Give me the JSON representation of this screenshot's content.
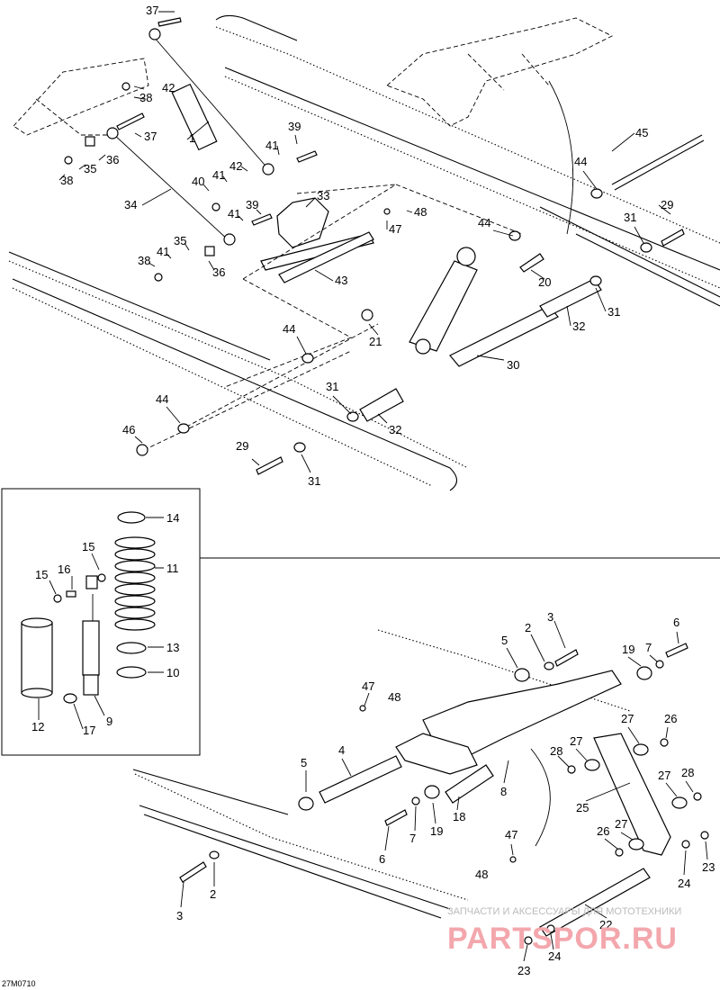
{
  "diagram": {
    "ref_code": "27M0710",
    "watermark_caption": "ЗАПЧАСТИ И АКСЕССУАРЫ ДЛЯ МОТОТЕХНИКИ",
    "watermark_brand": "PARTSPOR.RU",
    "labels": {
      "l37a": "37",
      "l42a": "42",
      "l38a": "38",
      "l1": "1",
      "l37b": "37",
      "l36a": "36",
      "l35a": "35",
      "l38b": "38",
      "l39a": "39",
      "l41a": "41",
      "l42b": "42",
      "l41b": "41",
      "l40": "40",
      "l34": "34",
      "l33": "33",
      "l39b": "39",
      "l41c": "41",
      "l48a": "48",
      "l47a": "47",
      "l35b": "35",
      "l41d": "41",
      "l38c": "38",
      "l36b": "36",
      "l43": "43",
      "l45": "45",
      "l44a": "44",
      "l29a": "29",
      "l31a": "31",
      "l44b": "44",
      "l20": "20",
      "l31b": "31",
      "l32a": "32",
      "l21": "21",
      "l44c": "44",
      "l30": "30",
      "l31c": "31",
      "l32b": "32",
      "l44d": "44",
      "l46": "46",
      "l29b": "29",
      "l31d": "31",
      "l14": "14",
      "l15a": "15",
      "l15b": "15",
      "l16": "16",
      "l11": "11",
      "l13": "13",
      "l10": "10",
      "l12": "12",
      "l17": "17",
      "l9": "9",
      "l3a": "3",
      "l6a": "6",
      "l5a": "5",
      "l2a": "2",
      "l19a": "19",
      "l7a": "7",
      "l47b": "47",
      "l48b": "48",
      "l27a": "27",
      "l26a": "26",
      "l28a": "28",
      "l27b": "27",
      "l4": "4",
      "l5b": "5",
      "l8": "8",
      "l27c": "27",
      "l28b": "28",
      "l25": "25",
      "l18": "18",
      "l19b": "19",
      "l7b": "7",
      "l6b": "6",
      "l27d": "27",
      "l26b": "26",
      "l47c": "47",
      "l48c": "48",
      "l24a": "24",
      "l23a": "23",
      "l2b": "2",
      "l3b": "3",
      "l22": "22",
      "l24b": "24",
      "l23b": "23"
    }
  }
}
